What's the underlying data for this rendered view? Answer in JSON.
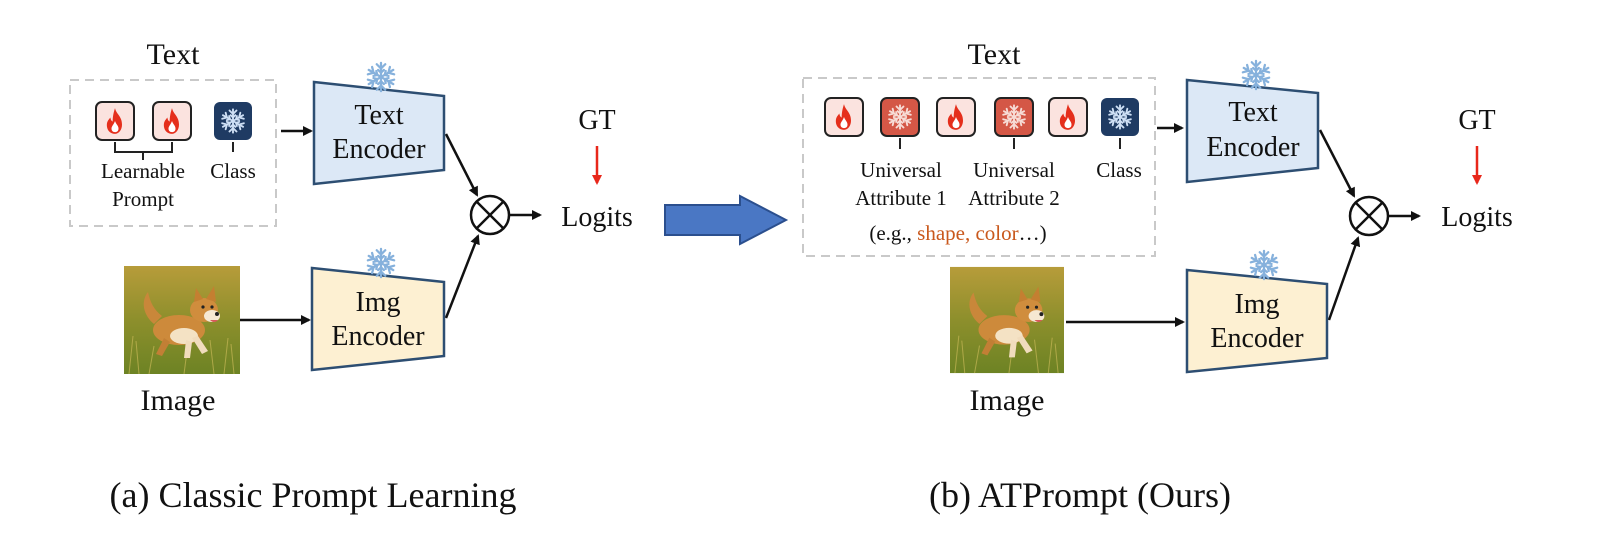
{
  "panel_a": {
    "text_label": "Text",
    "learnable_label_1": "Learnable",
    "learnable_label_2": "Prompt",
    "class_label": "Class",
    "text_encoder_1": "Text",
    "text_encoder_2": "Encoder",
    "img_encoder_1": "Img",
    "img_encoder_2": "Encoder",
    "image_label": "Image",
    "gt_label": "GT",
    "logits_label": "Logits",
    "caption": "(a) Classic Prompt Learning"
  },
  "panel_b": {
    "text_label": "Text",
    "attr1_line1": "Universal",
    "attr1_line2": "Attribute 1",
    "attr2_line1": "Universal",
    "attr2_line2": "Attribute 2",
    "example_prefix": "(e.g., ",
    "example_highlight": "shape, color",
    "example_suffix": "…)",
    "class_label": "Class",
    "text_encoder_1": "Text",
    "text_encoder_2": "Encoder",
    "img_encoder_1": "Img",
    "img_encoder_2": "Encoder",
    "image_label": "Image",
    "gt_label": "GT",
    "logits_label": "Logits",
    "caption": "(b) ATPrompt (Ours)"
  },
  "colors": {
    "text_encoder_fill": "#dce8f6",
    "img_encoder_fill": "#fdf0d2",
    "encoder_stroke": "#2d4e72",
    "class_token_fill": "#1f3b63",
    "attribute_token_fill": "#d45746",
    "learnable_token_fill": "#fbe3df",
    "fire_color": "#e52f1c",
    "gt_arrow": "#e8271a",
    "transition_arrow": "#4a77c4",
    "highlight_text": "#c9581c"
  },
  "icons": {
    "learnable": "fire-icon",
    "frozen": "snowflake-icon",
    "combine": "circled-times-icon"
  }
}
